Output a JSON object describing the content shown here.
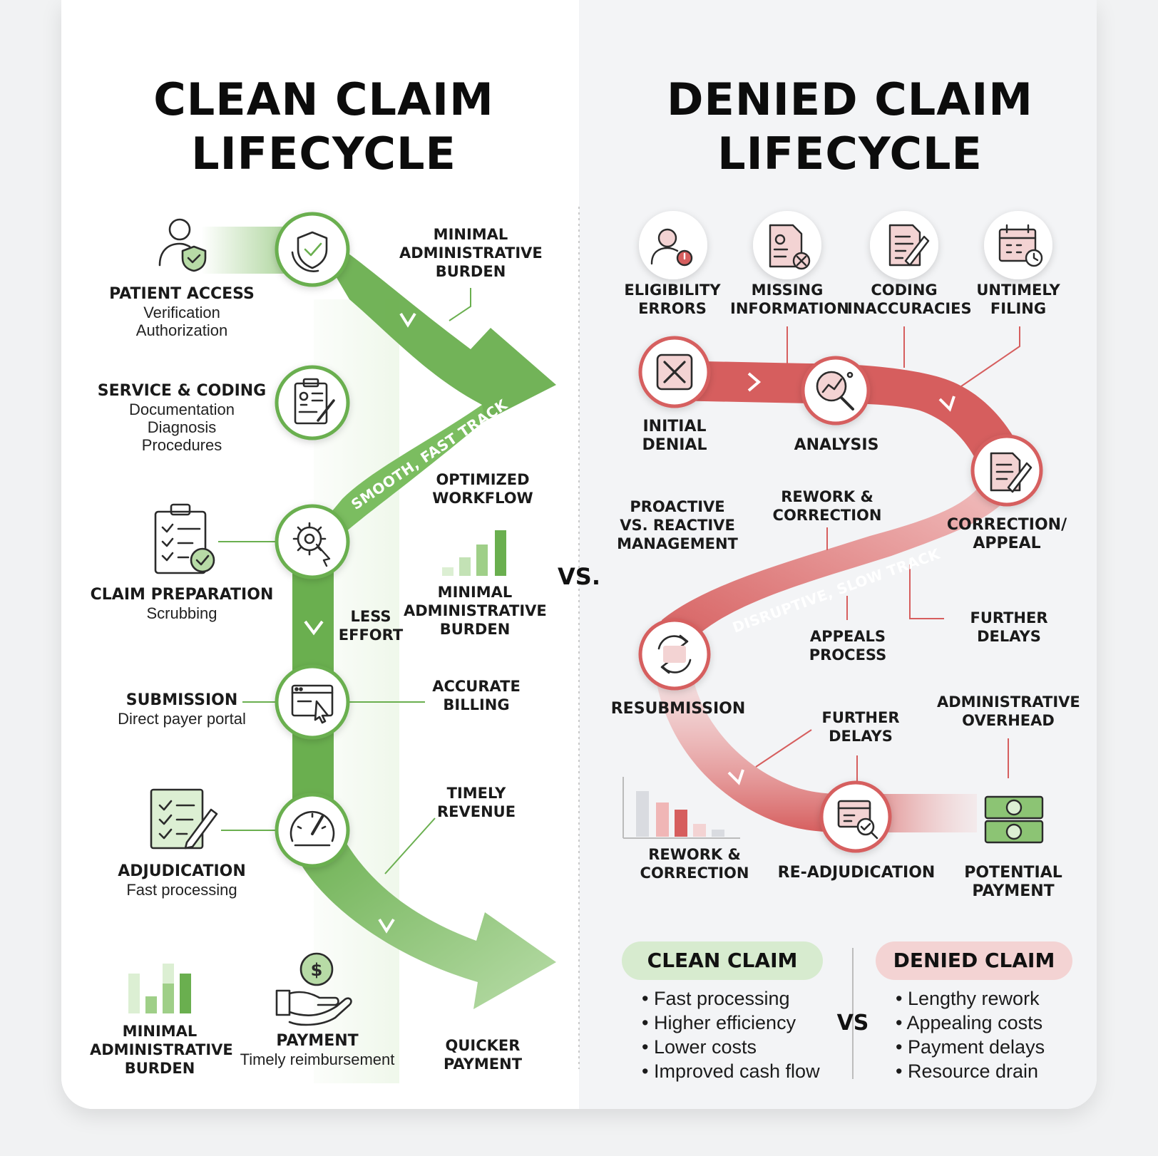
{
  "left": {
    "title_line1": "CLEAN CLAIM",
    "title_line2": "LIFECYCLE",
    "track_label": "SMOOTH, FAST TRACK",
    "steps": [
      {
        "title": "PATIENT ACCESS",
        "lines": [
          "Verification",
          "Authorization"
        ]
      },
      {
        "title": "SERVICE & CODING",
        "lines": [
          "Documentation",
          "Diagnosis",
          "Procedures"
        ]
      },
      {
        "title": "CLAIM PREPARATION",
        "lines": [
          "Scrubbing"
        ]
      },
      {
        "title": "SUBMISSION",
        "lines": [
          "Direct payer portal"
        ]
      },
      {
        "title": "ADJUDICATION",
        "lines": [
          "Fast processing"
        ]
      },
      {
        "title": "PAYMENT",
        "lines": [
          "Timely reimbursement"
        ]
      }
    ],
    "callouts": {
      "top_burden": [
        "MINIMAL",
        "ADMINISTRATIVE",
        "BURDEN"
      ],
      "optimized": [
        "OPTIMIZED",
        "WORKFLOW"
      ],
      "less_effort": [
        "LESS",
        "EFFORT"
      ],
      "mid_burden": [
        "MINIMAL",
        "ADMINISTRATIVE",
        "BURDEN"
      ],
      "accurate": [
        "ACCURATE",
        "BILLING"
      ],
      "timely": [
        "TIMELY",
        "REVENUE"
      ],
      "bottom_burden": [
        "MINIMAL",
        "ADMINISTRATIVE",
        "BURDEN"
      ],
      "quicker": [
        "QUICKER",
        "PAYMENT"
      ]
    }
  },
  "right": {
    "title_line1": "DENIED CLAIM",
    "title_line2": "LIFECYCLE",
    "track_label": "DISRUPTIVE, SLOW TRACK",
    "causes": [
      {
        "label": [
          "ELIGIBILITY",
          "ERRORS"
        ]
      },
      {
        "label": [
          "MISSING",
          "INFORMATION"
        ]
      },
      {
        "label": [
          "CODING",
          "INACCURACIES"
        ]
      },
      {
        "label": [
          "UNTIMELY",
          "FILING"
        ]
      }
    ],
    "stages": {
      "initial": [
        "INITIAL",
        "DENIAL"
      ],
      "analysis": [
        "ANALYSIS"
      ],
      "correction": [
        "CORRECTION/",
        "APPEAL"
      ],
      "resubmission": [
        "RESUBMISSION"
      ],
      "readjudication": [
        "RE-ADJUDICATION"
      ],
      "potential": [
        "POTENTIAL",
        "PAYMENT"
      ]
    },
    "notes": {
      "proactive": [
        "PROACTIVE",
        "VS. REACTIVE",
        "MANAGEMENT"
      ],
      "rework_top": [
        "REWORK &",
        "CORRECTION"
      ],
      "appeals": [
        "APPEALS",
        "PROCESS"
      ],
      "further_delays_right": [
        "FURTHER",
        "DELAYS"
      ],
      "further_delays_mid": [
        "FURTHER",
        "DELAYS"
      ],
      "admin_overhead": [
        "ADMINISTRATIVE",
        "OVERHEAD"
      ],
      "rework_bottom": [
        "REWORK &",
        "CORRECTION"
      ]
    }
  },
  "center_vs": "VS.",
  "summary": {
    "clean_title": "CLEAN CLAIM",
    "clean_items": [
      "Fast processing",
      "Higher efficiency",
      "Lower costs",
      "Improved cash flow"
    ],
    "vs": "VS",
    "denied_title": "DENIED CLAIM",
    "denied_items": [
      "Lengthy rework",
      "Appealing costs",
      "Payment delays",
      "Resource drain"
    ]
  },
  "colors": {
    "green": "#6aaf4f",
    "green_light": "#dcefd3",
    "red": "#d65e5e",
    "red_light": "#f3d3d3",
    "icon_dark": "#2b2b2b"
  }
}
